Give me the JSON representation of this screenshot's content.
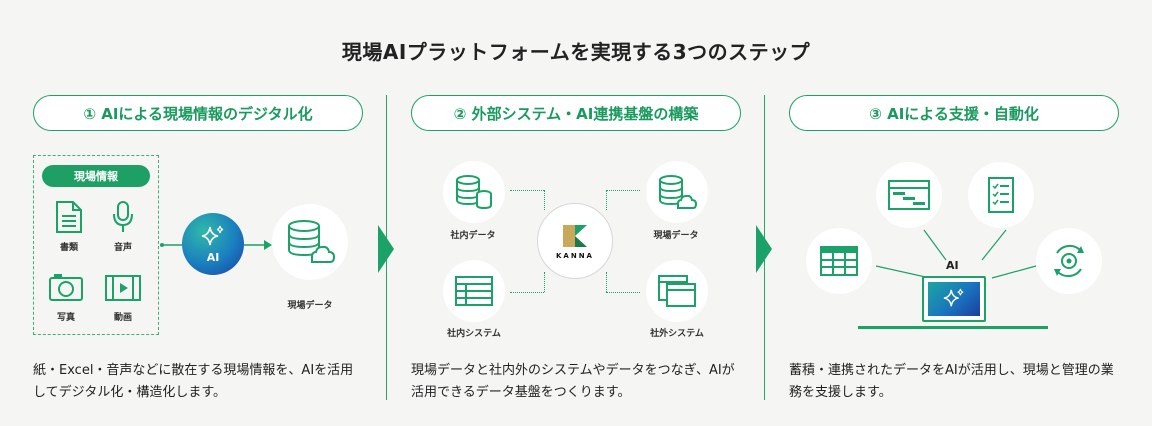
{
  "title": "現場AIプラットフォームを実現する3つのステップ",
  "steps": [
    {
      "heading": "① AIによる現場情報のデジタル化",
      "description": "紙・Excel・音声などに散在する現場情報を、AIを活用してデジタル化・構造化します。",
      "info_badge": "現場情報",
      "sources": [
        {
          "label": "書類",
          "icon": "document-icon"
        },
        {
          "label": "音声",
          "icon": "microphone-icon"
        },
        {
          "label": "写真",
          "icon": "camera-icon"
        },
        {
          "label": "動画",
          "icon": "video-icon"
        }
      ],
      "ai_label": "AI",
      "output_label": "現場データ"
    },
    {
      "heading": "② 外部システム・AI連携基盤の構築",
      "description": "現場データと社内外のシステムやデータをつなぎ、AIが活用できるデータ基盤をつくります。",
      "hub_label": "KANNA",
      "nodes": [
        {
          "label": "社内データ",
          "icon": "database-cloud-icon"
        },
        {
          "label": "現場データ",
          "icon": "database-cloud-icon"
        },
        {
          "label": "社内システム",
          "icon": "spreadsheet-icon"
        },
        {
          "label": "社外システム",
          "icon": "windows-icon"
        }
      ]
    },
    {
      "heading": "③ AIによる支援・自動化",
      "description": "蓄積・連携されたデータをAIが活用し、現場と管理の業務を支援します。",
      "ai_label": "AI",
      "icons": [
        "table-icon",
        "gantt-icon",
        "checklist-icon",
        "gear-cycle-icon"
      ]
    }
  ],
  "colors": {
    "accent": "#1aa268",
    "background": "#f5f5f3",
    "ai_gradient_start": "#2fb9a8",
    "ai_gradient_end": "#1a3f9e"
  }
}
